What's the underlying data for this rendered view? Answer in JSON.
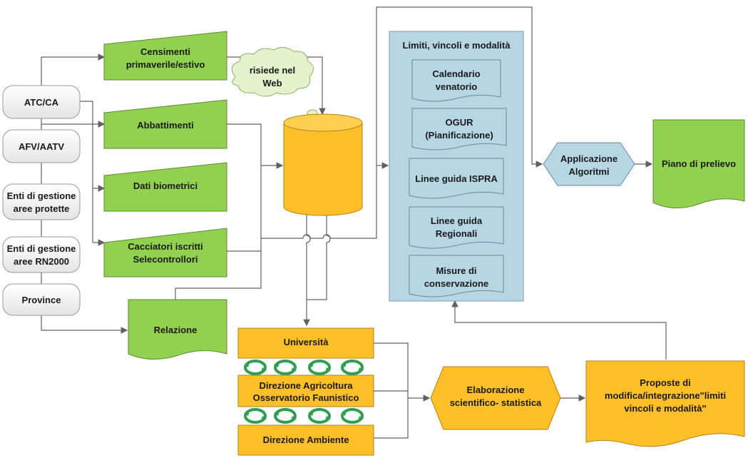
{
  "sources": {
    "atc_ca": "ATC/CA",
    "afv_aatv": "AFV/AATV",
    "enti_protette": [
      "Enti di gestione",
      "aree protette"
    ],
    "enti_rn2000": [
      "Enti di gestione",
      "aree RN2000"
    ],
    "province": "Province"
  },
  "inputs": {
    "censimenti": [
      "Censimenti",
      "primaverile/estivo"
    ],
    "abbattimenti": "Abbattimenti",
    "biometrici": "Dati biometrici",
    "cacciatori": [
      "Cacciatori iscritti",
      "Selecontrollori"
    ],
    "relazione": "Relazione"
  },
  "cloud": [
    "risiede nel",
    "Web"
  ],
  "limiti": {
    "title": "Limiti, vincoli e modalità",
    "calendario": [
      "Calendario",
      "venatorio"
    ],
    "ogur": [
      "OGUR",
      "(Pianificazione)"
    ],
    "ispra": "Linee guida ISPRA",
    "regionali": [
      "Linee guida",
      "Regionali"
    ],
    "misure": [
      "Misure di",
      "conservazione"
    ]
  },
  "applicazione": [
    "Applicazione",
    "Algoritmi"
  ],
  "piano": "Piano di prelievo",
  "universita": "Università",
  "direzione_agricoltura": [
    "Direzione Agricoltura",
    "Osservatorio Faunistico"
  ],
  "direzione_ambiente": "Direzione Ambiente",
  "elaborazione": [
    "Elaborazione",
    "scientifico- statistica"
  ],
  "proposte": [
    "Proposte di",
    "modifica/integrazione\"limiti",
    "vincoli e modalità\""
  ],
  "colors": {
    "green": "#92d050",
    "orange": "#ffbf28",
    "blue": "#b7d6e4",
    "gray_fill": "#f2f2f2",
    "recycle": "#2e9e4f"
  }
}
